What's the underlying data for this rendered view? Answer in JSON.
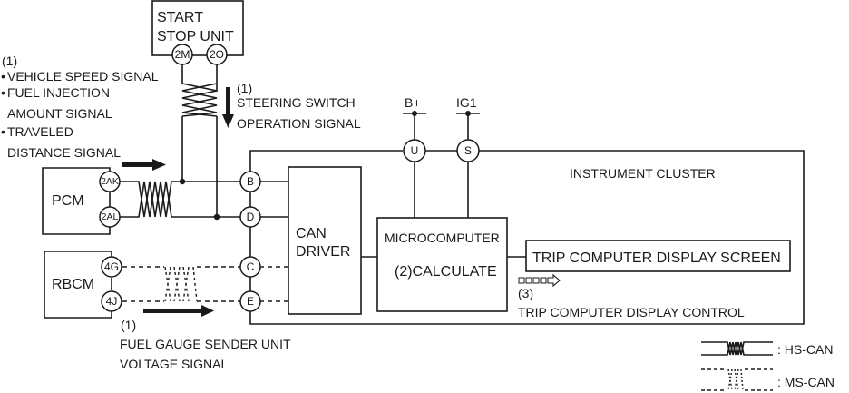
{
  "modules": {
    "start_stop_unit": {
      "line1": "START",
      "line2": "STOP UNIT",
      "pins": [
        "2M",
        "2O"
      ]
    },
    "pcm": {
      "label": "PCM",
      "pins": [
        "2AK",
        "2AL"
      ]
    },
    "rbcm": {
      "label": "RBCM",
      "pins": [
        "4G",
        "4J"
      ]
    },
    "instrument_cluster": {
      "label": "INSTRUMENT CLUSTER",
      "pins": [
        "B",
        "D",
        "C",
        "E",
        "U",
        "S"
      ]
    },
    "can_driver": {
      "line1": "CAN",
      "line2": "DRIVER"
    },
    "microcomputer": {
      "line1": "MICROCOMPUTER",
      "line2": "(2)CALCULATE"
    },
    "trip_display": {
      "label": "TRIP COMPUTER DISPLAY SCREEN"
    }
  },
  "power": {
    "bplus": "B+",
    "ig1": "IG1"
  },
  "signals": {
    "pcm_signals": {
      "ref": "(1)",
      "items": [
        "VEHICLE SPEED SIGNAL",
        "FUEL INJECTION",
        "AMOUNT SIGNAL",
        "TRAVELED",
        "DISTANCE SIGNAL"
      ]
    },
    "steering": {
      "ref": "(1)",
      "line1": "STEERING SWITCH",
      "line2": "OPERATION SIGNAL"
    },
    "fuel_gauge": {
      "ref": "(1)",
      "line1": "FUEL GAUGE SENDER UNIT",
      "line2": "VOLTAGE SIGNAL"
    },
    "display_control": {
      "ref": "(3)",
      "label": "TRIP COMPUTER DISPLAY CONTROL"
    }
  },
  "legend": {
    "hs_can": ": HS-CAN",
    "ms_can": ": MS-CAN"
  },
  "bullet": "•"
}
